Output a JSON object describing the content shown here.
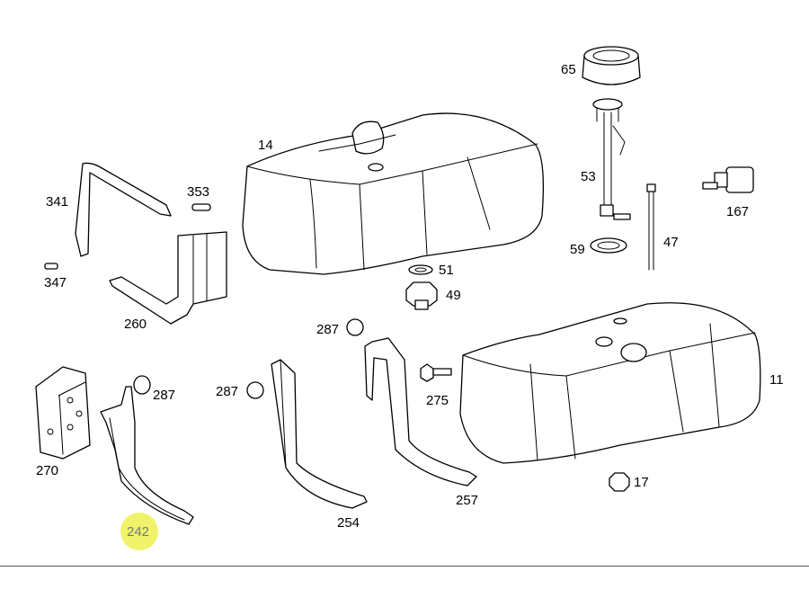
{
  "highlight_color": "#eef25a",
  "callouts": [
    {
      "id": "65",
      "text": "65"
    },
    {
      "id": "14",
      "text": "14"
    },
    {
      "id": "53",
      "text": "53"
    },
    {
      "id": "167",
      "text": "167"
    },
    {
      "id": "341",
      "text": "341"
    },
    {
      "id": "353",
      "text": "353"
    },
    {
      "id": "47",
      "text": "47"
    },
    {
      "id": "59",
      "text": "59"
    },
    {
      "id": "347",
      "text": "347"
    },
    {
      "id": "51",
      "text": "51"
    },
    {
      "id": "49",
      "text": "49"
    },
    {
      "id": "260",
      "text": "260"
    },
    {
      "id": "287a",
      "text": "287"
    },
    {
      "id": "287b",
      "text": "287"
    },
    {
      "id": "287c",
      "text": "287"
    },
    {
      "id": "275",
      "text": "275"
    },
    {
      "id": "11",
      "text": "11"
    },
    {
      "id": "270",
      "text": "270"
    },
    {
      "id": "17",
      "text": "17"
    },
    {
      "id": "257",
      "text": "257"
    },
    {
      "id": "254",
      "text": "254"
    },
    {
      "id": "242",
      "text": "242",
      "highlighted": true
    }
  ]
}
